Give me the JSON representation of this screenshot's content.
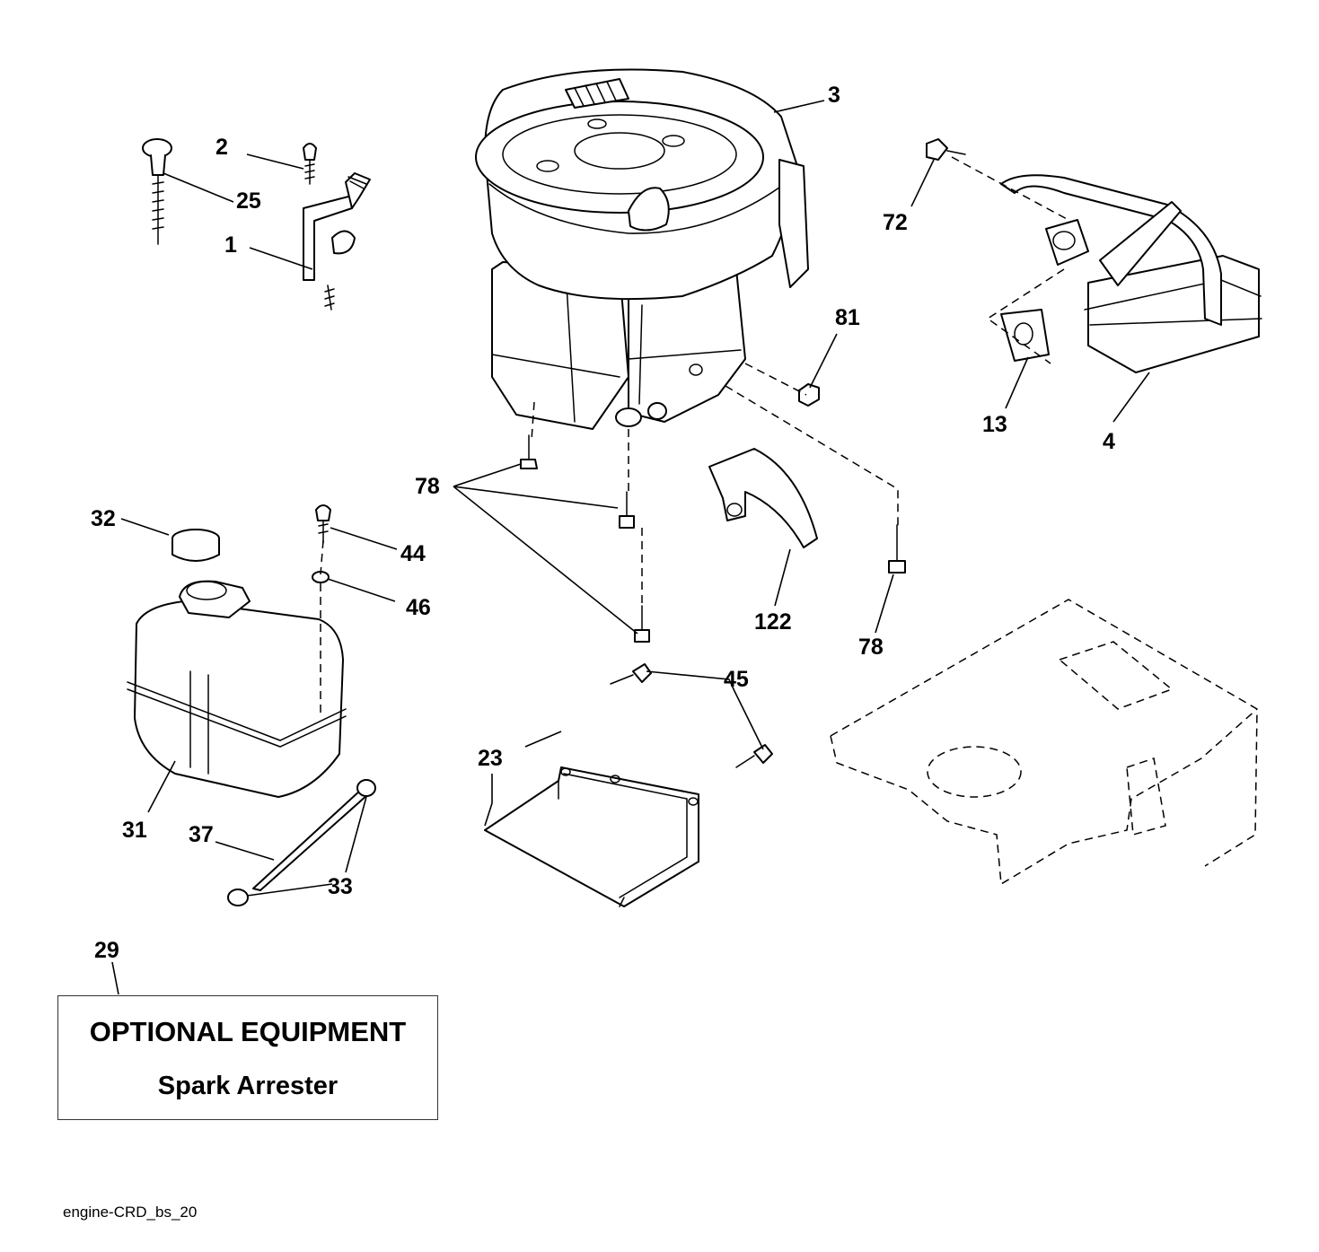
{
  "callouts": {
    "c1": "1",
    "c2": "2",
    "c3": "3",
    "c4": "4",
    "c13": "13",
    "c23": "23",
    "c25": "25",
    "c29": "29",
    "c31": "31",
    "c32": "32",
    "c33": "33",
    "c37": "37",
    "c44": "44",
    "c45": "45",
    "c46": "46",
    "c72": "72",
    "c78a": "78",
    "c78b": "78",
    "c81": "81",
    "c122": "122"
  },
  "optional_equipment": {
    "title": "OPTIONAL EQUIPMENT",
    "item": "Spark Arrester"
  },
  "drawing_id": "engine-CRD_bs_20"
}
